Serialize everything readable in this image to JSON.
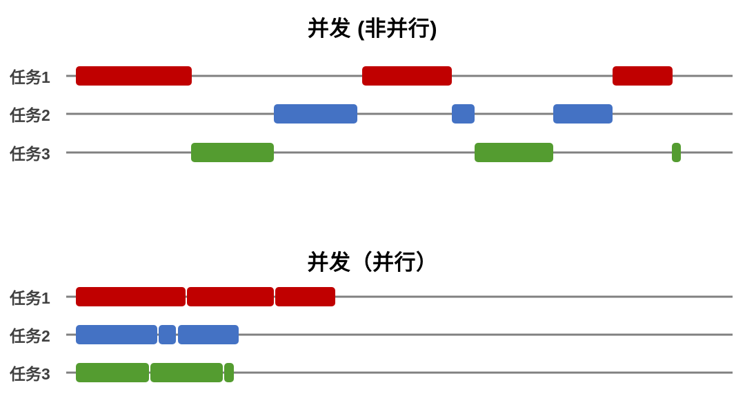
{
  "charts": [
    {
      "id": "concurrent",
      "title": "并发 (非并行)",
      "tracks": [
        {
          "label": "任务1",
          "color_name": "red",
          "color": "#C00000"
        },
        {
          "label": "任务2",
          "color_name": "blue",
          "color": "#4472C4"
        },
        {
          "label": "任务3",
          "color_name": "green",
          "color": "#549C30"
        }
      ]
    },
    {
      "id": "parallel",
      "title": "并发（并行）",
      "tracks": [
        {
          "label": "任务1",
          "color_name": "red",
          "color": "#C00000"
        },
        {
          "label": "任务2",
          "color_name": "blue",
          "color": "#4472C4"
        },
        {
          "label": "任务3",
          "color_name": "green",
          "color": "#549C30"
        }
      ]
    }
  ],
  "colors": {
    "red": "#C00000",
    "blue": "#4472C4",
    "green": "#549C30",
    "timeline_line": "#808080",
    "label_text": "#404040",
    "title_text": "#000000",
    "background": "#FFFFFF"
  },
  "chart_data": {
    "type": "bar",
    "title": "并发 (非并行) 与 并发（并行） 任务时间线",
    "xlabel": "",
    "ylabel": "",
    "orientation": "horizontal-gantt",
    "grid": false,
    "legend": "none",
    "axis_units": "pixels",
    "xlim": [
      96,
      1062
    ],
    "charts": [
      {
        "id": "concurrent",
        "title": "并发 (非并行)",
        "line_start": 96,
        "line_end": 1062,
        "categories": [
          "任务1",
          "任务2",
          "任务3"
        ],
        "series": [
          {
            "name": "任务1",
            "color": "#C00000",
            "segments": [
              {
                "start": 110,
                "end": 278,
                "duration": 168
              },
              {
                "start": 525,
                "end": 655,
                "duration": 130
              },
              {
                "start": 888,
                "end": 975,
                "duration": 87
              }
            ]
          },
          {
            "name": "任务2",
            "color": "#4472C4",
            "segments": [
              {
                "start": 397,
                "end": 518,
                "duration": 121
              },
              {
                "start": 655,
                "end": 688,
                "duration": 33
              },
              {
                "start": 802,
                "end": 888,
                "duration": 86
              }
            ]
          },
          {
            "name": "任务3",
            "color": "#549C30",
            "segments": [
              {
                "start": 277,
                "end": 397,
                "duration": 120
              },
              {
                "start": 688,
                "end": 802,
                "duration": 114
              },
              {
                "start": 974,
                "end": 987,
                "duration": 13
              }
            ]
          }
        ]
      },
      {
        "id": "parallel",
        "title": "并发（并行）",
        "line_start": 96,
        "line_end": 1062,
        "categories": [
          "任务1",
          "任务2",
          "任务3"
        ],
        "series": [
          {
            "name": "任务1",
            "color": "#C00000",
            "segments": [
              {
                "start": 110,
                "end": 269,
                "duration": 159
              },
              {
                "start": 271,
                "end": 397,
                "duration": 126
              },
              {
                "start": 399,
                "end": 486,
                "duration": 87
              }
            ]
          },
          {
            "name": "任务2",
            "color": "#4472C4",
            "segments": [
              {
                "start": 110,
                "end": 228,
                "duration": 118
              },
              {
                "start": 230,
                "end": 255,
                "duration": 25
              },
              {
                "start": 258,
                "end": 346,
                "duration": 88
              }
            ]
          },
          {
            "name": "任务3",
            "color": "#549C30",
            "segments": [
              {
                "start": 110,
                "end": 216,
                "duration": 106
              },
              {
                "start": 218,
                "end": 323,
                "duration": 105
              },
              {
                "start": 325,
                "end": 339,
                "duration": 14
              }
            ]
          }
        ]
      }
    ]
  }
}
